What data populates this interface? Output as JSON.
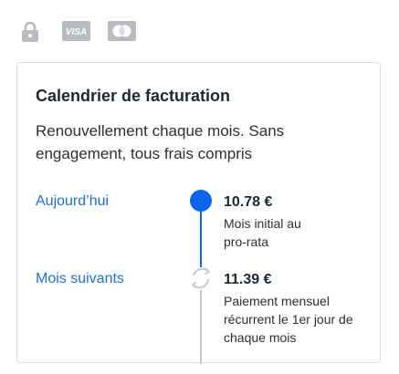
{
  "trust_badges": {
    "icons": [
      "lock-icon",
      "visa-card-icon",
      "mastercard-icon"
    ],
    "visa_text": "VISA"
  },
  "billing": {
    "title": "Calendrier de facturation",
    "description": "Renouvellement chaque mois. Sans engagement, tous frais compris",
    "today": {
      "label": "Aujourd’hui",
      "amount": "10.78 €",
      "note": "Mois initial au pro-rata"
    },
    "next": {
      "label": "Mois suivants",
      "amount": "11.39 €",
      "note": "Paiement mensuel récurrent le 1er jour de chaque mois"
    }
  },
  "colors": {
    "accent": "#0a66ec",
    "label_blue": "#1a6fd6",
    "icon_gray": "#b8bcc0",
    "timeline_gray": "#c7c9cc",
    "text_dark": "#1d2733"
  }
}
